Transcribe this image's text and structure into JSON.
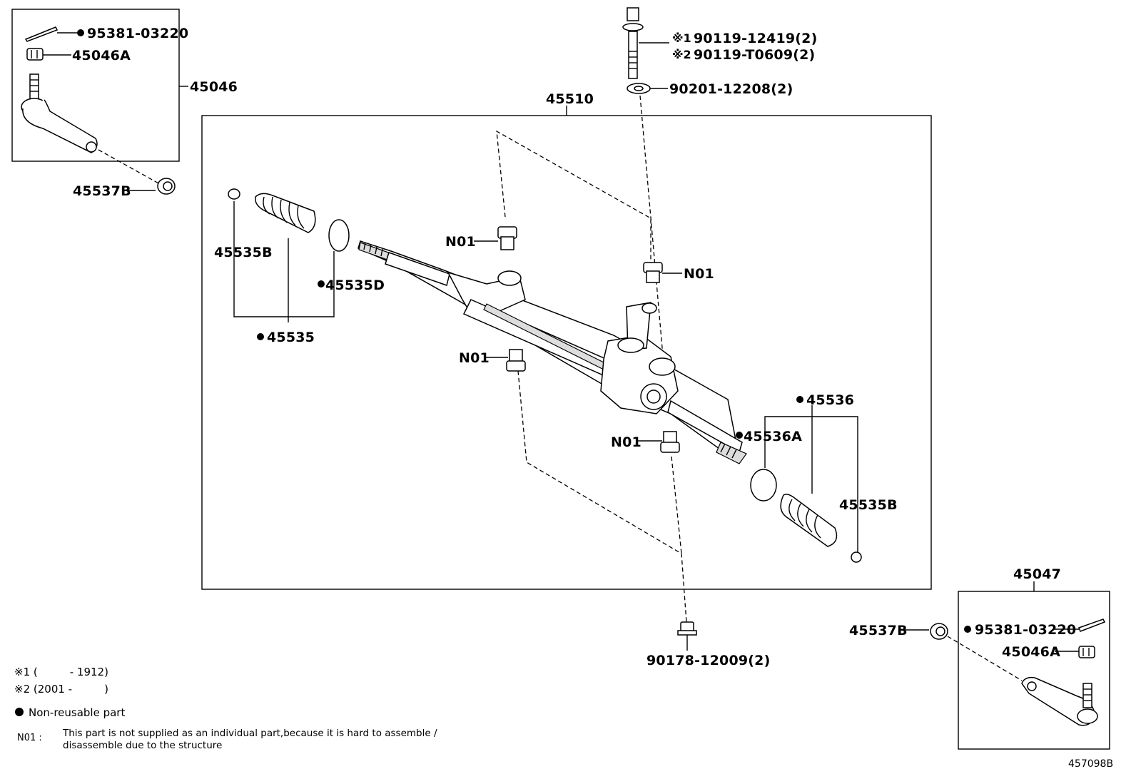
{
  "labels": {
    "p95381_top": "95381-03220",
    "p45046A_top": "45046A",
    "p45046": "45046",
    "p45537B_top": "45537B",
    "p45510": "45510",
    "bolt1": "90119-12419(2)",
    "bolt2": "90119-T0609(2)",
    "bolt1_mark": "※1",
    "bolt2_mark": "※2",
    "washer": "90201-12208(2)",
    "n01": "N01",
    "p45535B_left": "45535B",
    "p45535D": "45535D",
    "p45535": "45535",
    "p45536": "45536",
    "p45536A": "45536A",
    "p45535B_right": "45535B",
    "p45047": "45047",
    "p45537B_bot": "45537B",
    "p95381_bot": "95381-03220",
    "p45046A_bot": "45046A",
    "nut_bottom": "90178-12009(2)"
  },
  "notes": {
    "n1": "※1 (　　　- 1912)",
    "n2": "※2 (2001 -　　　)",
    "nonreusable": "Non-reusable part",
    "n01_key": "N01 :",
    "n01_line1": "This part is not supplied as an individual part,because it is hard to assemble /",
    "n01_line2": "disassemble due to the structure"
  },
  "diagram_id": "457098B"
}
